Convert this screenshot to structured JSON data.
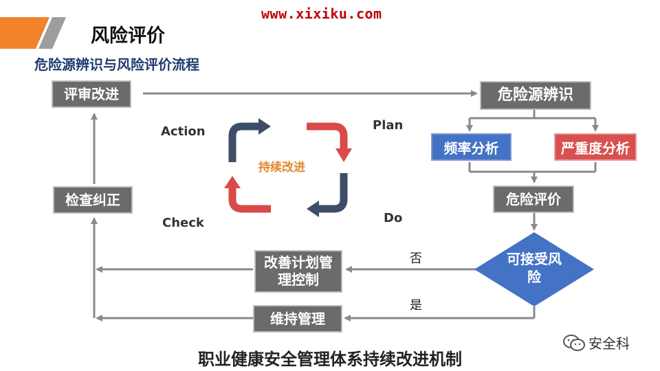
{
  "watermark": "www.xixiku.com",
  "header": {
    "title": "风险评价",
    "subtitle": "危险源辨识与风险评价流程",
    "accent_color": "#f0832c"
  },
  "cycle": {
    "center": "持续改进",
    "action": "Action",
    "plan": "Plan",
    "check": "Check",
    "do": "Do"
  },
  "boxes": {
    "review": "评审改进",
    "inspect": "检查纠正",
    "hazard_id": "危险源辨识",
    "frequency": "频率分析",
    "severity": "严重度分析",
    "risk_eval": "危险评价",
    "accept": "可接受风险",
    "improve_plan": "改善计划管理控制",
    "maintain": "维持管理"
  },
  "branch_labels": {
    "no": "否",
    "yes": "是"
  },
  "footer": "职业健康安全管理体系持续改进机制",
  "brand": "安全科"
}
